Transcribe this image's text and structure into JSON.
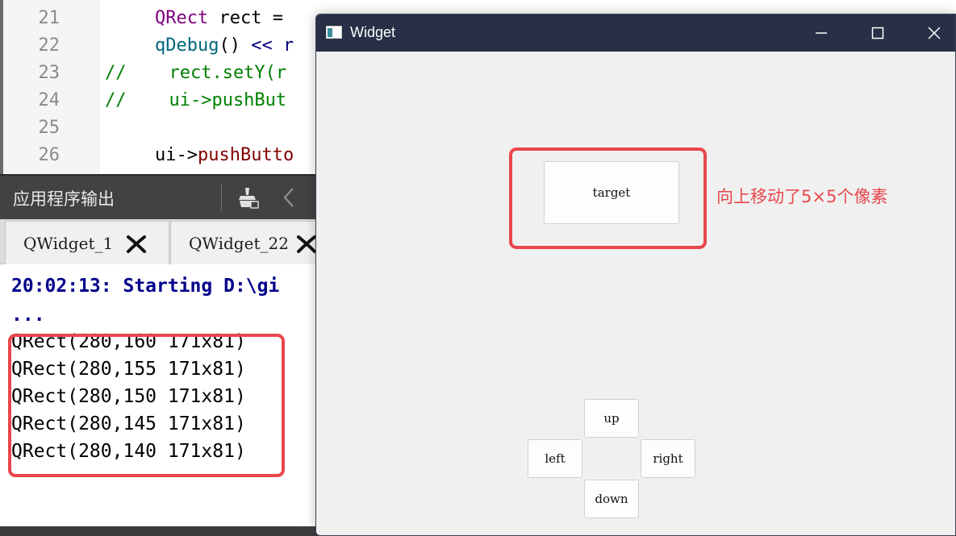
{
  "editor": {
    "line_numbers": [
      "21",
      "22",
      "23",
      "24",
      "25",
      "26"
    ],
    "line21": {
      "type": "QRect",
      "rest": " rect = "
    },
    "line22": {
      "fn": "qDebug",
      "paren": "() ",
      "op": "<<",
      "rest": " r"
    },
    "line23": {
      "comment": "//    rect.setY(r"
    },
    "line24": {
      "comment": "//    ui->pushBut"
    },
    "line26": {
      "prefix": "ui->",
      "member": "pushButto"
    }
  },
  "output_pane": {
    "title": "应用程序输出",
    "tabs": [
      {
        "label": "QWidget_1"
      },
      {
        "label": "QWidget_22"
      }
    ],
    "lines": [
      "20:02:13: Starting D:\\gi",
      "...",
      "QRect(280,160 171x81)",
      "QRect(280,155 171x81)",
      "QRect(280,150 171x81)",
      "QRect(280,145 171x81)",
      "QRect(280,140 171x81)"
    ]
  },
  "widget_window": {
    "title": "Widget",
    "buttons": {
      "target": "target",
      "up": "up",
      "down": "down",
      "left": "left",
      "right": "right"
    },
    "annotation": "向上移动了5×5个像素"
  },
  "colors": {
    "highlight": "#e8474d",
    "titlebar": "#273046",
    "output_header": "#404244"
  }
}
